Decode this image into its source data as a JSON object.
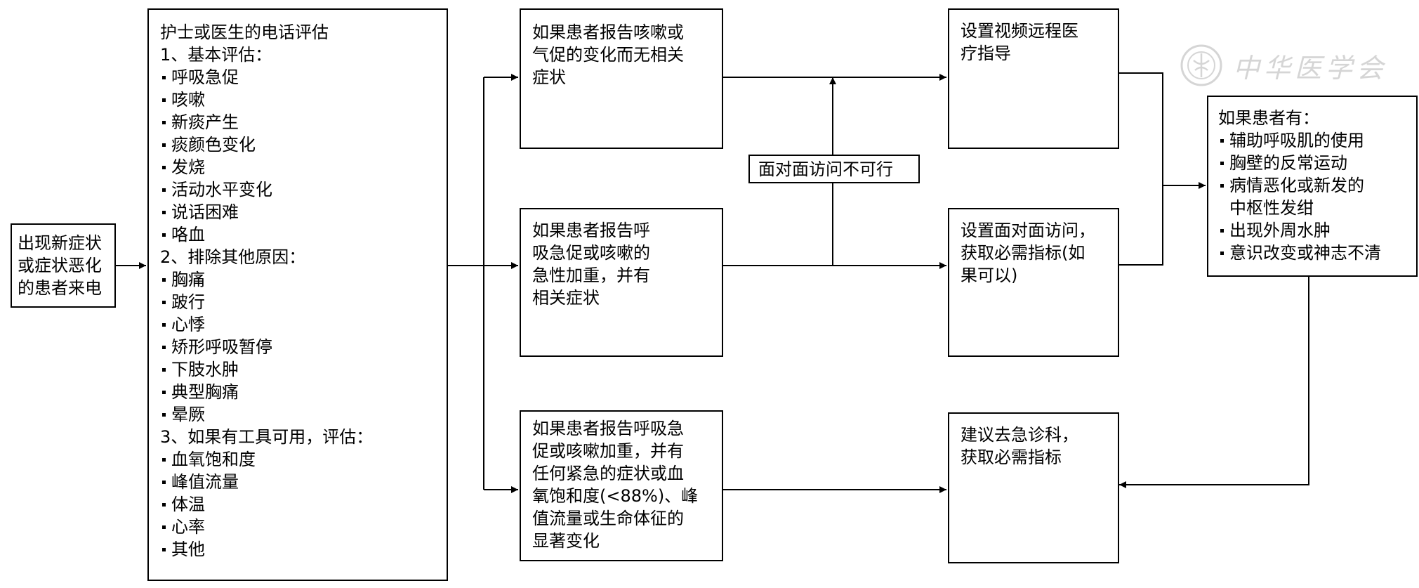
{
  "nodes": {
    "caller": [
      "出现新症状",
      "或症状恶化",
      "的患者来电"
    ],
    "assessment": {
      "title": "护士或医生的电话评估",
      "sections": [
        {
          "heading": "1、基本评估：",
          "items": [
            "呼吸急促",
            "咳嗽",
            "新痰产生",
            "痰颜色变化",
            "发烧",
            "活动水平变化",
            "说话困难",
            "咯血"
          ]
        },
        {
          "heading": "2、排除其他原因：",
          "items": [
            "胸痛",
            "跛行",
            "心悸",
            "矫形呼吸暂停",
            "下肢水肿",
            "典型胸痛",
            "晕厥"
          ]
        },
        {
          "heading": "3、如果有工具可用，评估：",
          "items": [
            "血氧饱和度",
            "峰值流量",
            "体温",
            "心率",
            "其他"
          ]
        }
      ]
    },
    "mild": "如果患者报告咳嗽或\n气促的变化而无相关\n症状",
    "acute": "如果患者报告呼\n吸急促或咳嗽的\n急性加重，并有\n相关症状",
    "urgent": "如果患者报告呼吸急\n促或咳嗽加重，并有\n任何紧急的症状或血\n氧饱和度(<88%)、峰\n值流量或生命体征的\n显著变化",
    "video": "设置视频远程医\n疗指导",
    "not_feasible": "面对面访问不可行",
    "in_person": "设置面对面访问，\n获取必需指标(如\n果可以)",
    "emergency": "建议去急诊科，\n获取必需指标",
    "escalation": {
      "title": "如果患者有：",
      "items": [
        "辅助呼吸肌的使用",
        "胸壁的反常运动",
        "病情恶化或新发的\n中枢性发绀",
        "出现外周水肿",
        "意识改变或神志不清"
      ]
    }
  },
  "watermark": {
    "text": "中华医学会"
  }
}
